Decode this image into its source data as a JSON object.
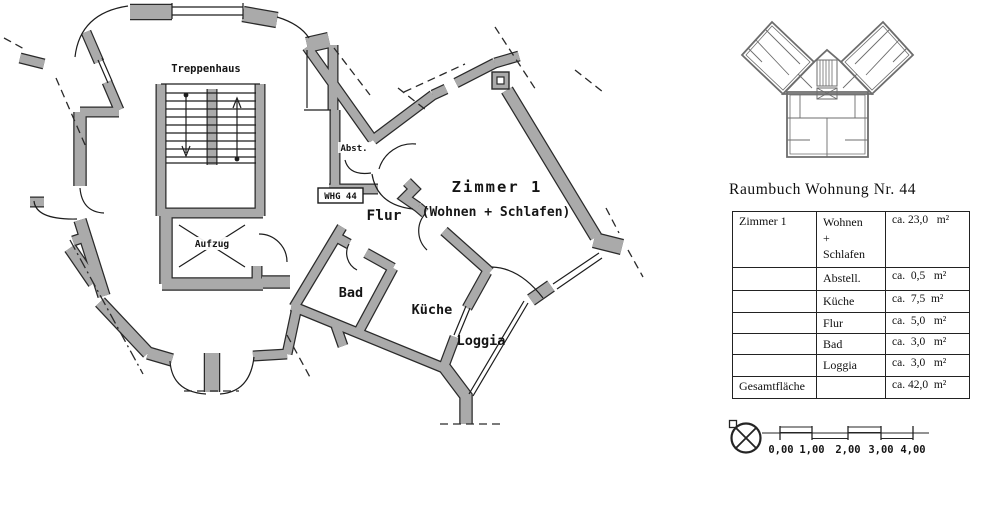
{
  "floor_plan": {
    "labels": {
      "staircase": "Treppenhaus",
      "elevator": "Aufzug",
      "storage": "Abst.",
      "unit_badge": "WHG 44",
      "hall": "Flur",
      "room1_line1": "Zimmer 1",
      "room1_line2": "(Wohnen + Schlafen)",
      "bath": "Bad",
      "kitchen": "Küche",
      "loggia": "Loggia"
    }
  },
  "raumbuch": {
    "title": "Raumbuch Wohnung Nr. 44",
    "rows": [
      {
        "room": "Zimmer 1",
        "use": "Wohnen\n+\nSchlafen",
        "area": "ca. 23,0   m²"
      },
      {
        "room": "",
        "use": "Abstell.",
        "area": "ca.  0,5   m²"
      },
      {
        "room": "",
        "use": "Küche",
        "area": "ca.  7,5  m²"
      },
      {
        "room": "",
        "use": "Flur",
        "area": "ca.  5,0   m²"
      },
      {
        "room": "",
        "use": "Bad",
        "area": "ca.  3,0   m²"
      },
      {
        "room": "",
        "use": "Loggia",
        "area": "ca.  3,0   m²"
      },
      {
        "room": "Gesamtfläche",
        "use": "",
        "area": "ca. 42,0  m²"
      }
    ]
  },
  "scale_bar": {
    "labels": [
      "0,00",
      "1,00",
      "2,00",
      "3,00",
      "4,00"
    ]
  },
  "colors": {
    "wall_fill": "#aaaaaa",
    "line": "#2a2a2a",
    "paper": "#ffffff"
  }
}
